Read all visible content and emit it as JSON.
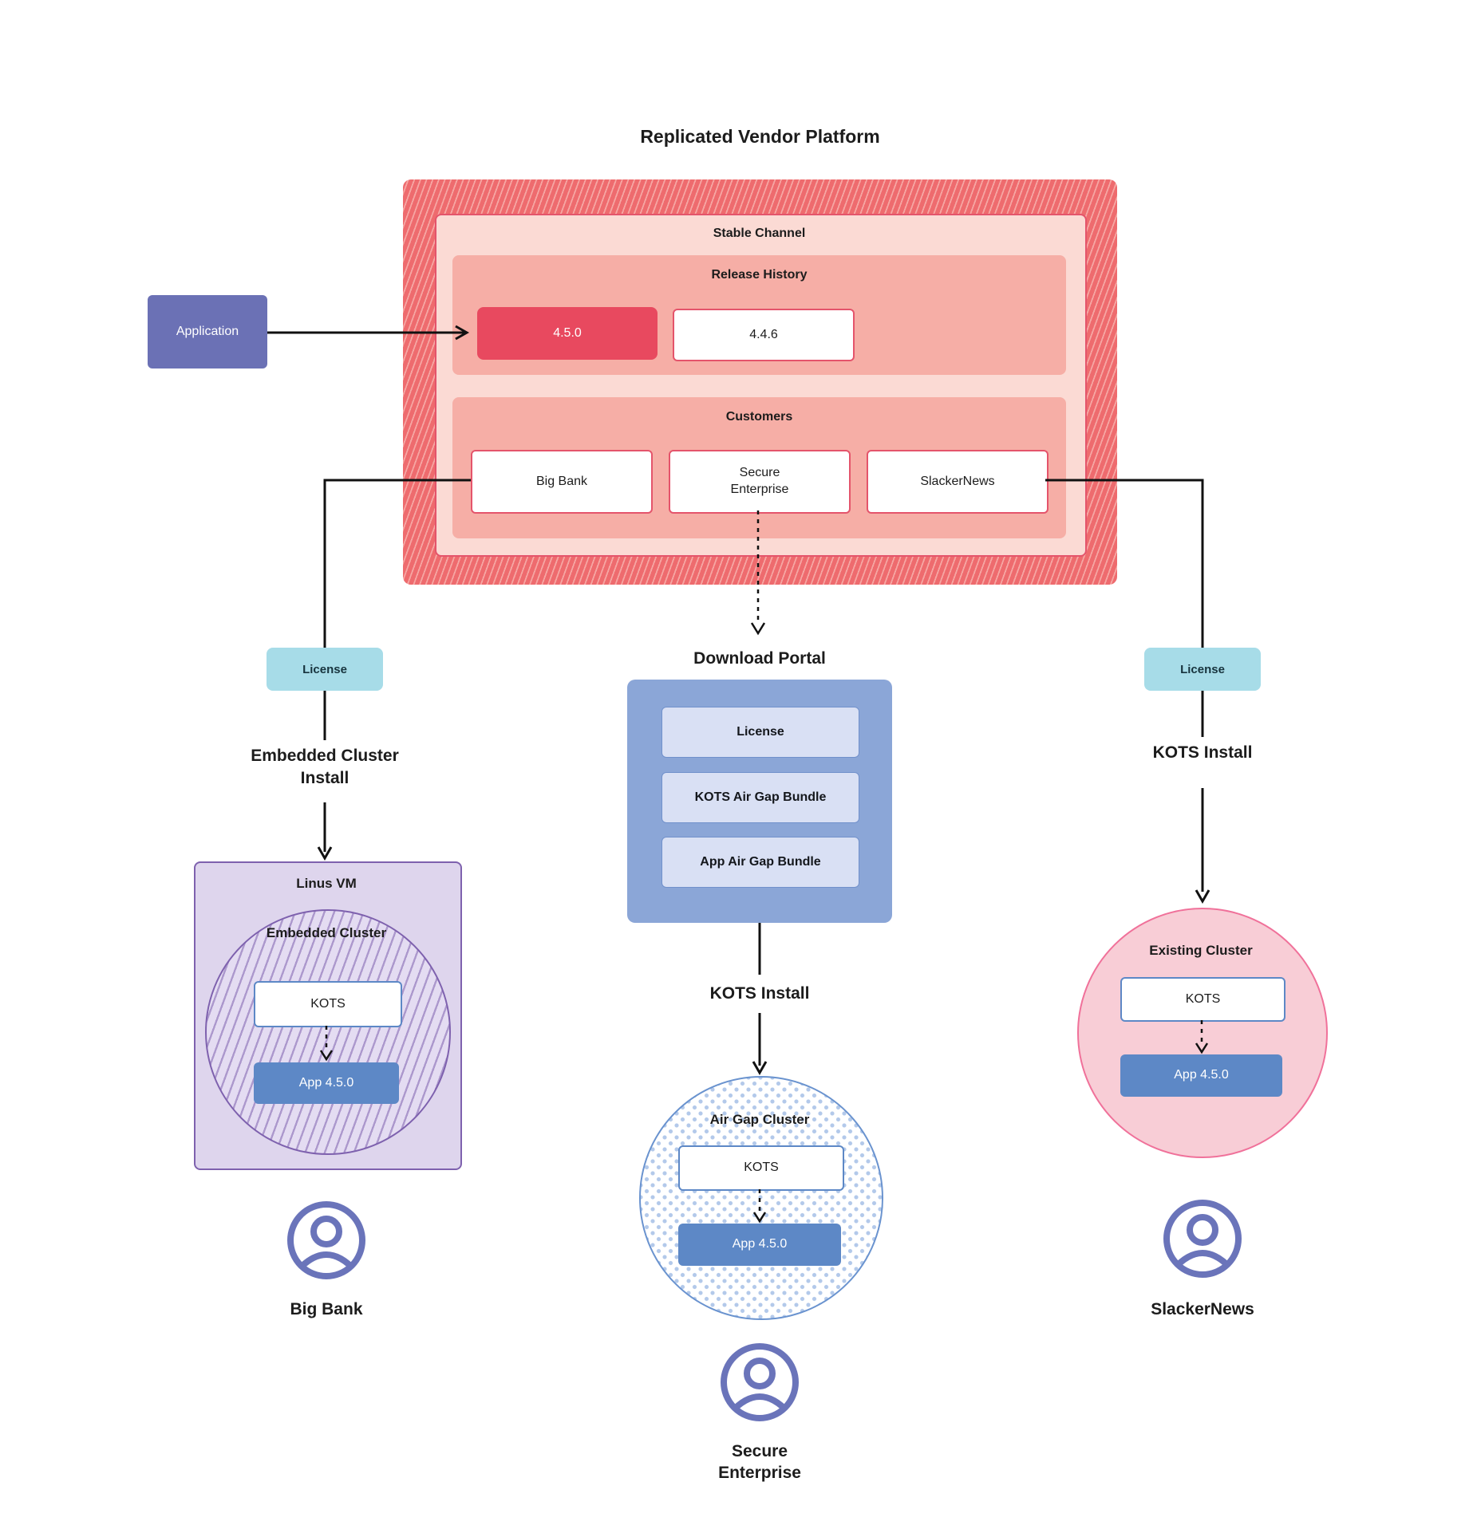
{
  "diagram": {
    "title": "Replicated Vendor Platform",
    "platform": {
      "channel_label": "Stable Channel",
      "release_history": {
        "label": "Release History",
        "releases": [
          {
            "version": "4.5.0",
            "state": "current"
          },
          {
            "version": "4.4.6",
            "state": "previous"
          }
        ]
      },
      "customers": {
        "label": "Customers",
        "items": [
          {
            "name": "Big Bank"
          },
          {
            "name": "Secure Enterprise"
          },
          {
            "name": "SlackerNews"
          }
        ]
      }
    },
    "application": {
      "label": "Application"
    },
    "big_bank_branch": {
      "license_label": "License",
      "install_method": "Embedded Cluster Install",
      "host_label": "Linus VM",
      "cluster_label": "Embedded Cluster",
      "kots_label": "KOTS",
      "app_label": "App 4.5.0",
      "customer_label": "Big Bank"
    },
    "secure_enterprise_branch": {
      "portal": {
        "title": "Download Portal",
        "items": [
          {
            "label": "License"
          },
          {
            "label": "KOTS Air Gap Bundle"
          },
          {
            "label": "App Air Gap Bundle"
          }
        ]
      },
      "install_method": "KOTS Install",
      "cluster_label": "Air Gap Cluster",
      "kots_label": "KOTS",
      "app_label": "App 4.5.0",
      "customer_label": "Secure Enterprise"
    },
    "slackernews_branch": {
      "license_label": "License",
      "install_method": "KOTS Install",
      "cluster_label": "Existing Cluster",
      "kots_label": "KOTS",
      "app_label": "App 4.5.0",
      "customer_label": "SlackerNews"
    },
    "colors": {
      "release_current_red": "#e8495f",
      "platform_border_red": "#e4546b",
      "salmon": "#f6aea6",
      "light_pink": "#fbdad4",
      "hatch_red": "#ee6b6e",
      "application_indigo": "#6b71b5",
      "license_cyan": "#a7dce8",
      "portal_blue": "#8ba6d7",
      "app_blue": "#5d88c6",
      "vm_lavender": "#ded5ed",
      "vm_purple": "#7e61ae",
      "existing_cluster_pink": "#f8cdd6",
      "person_indigo": "#6a74ba"
    }
  }
}
